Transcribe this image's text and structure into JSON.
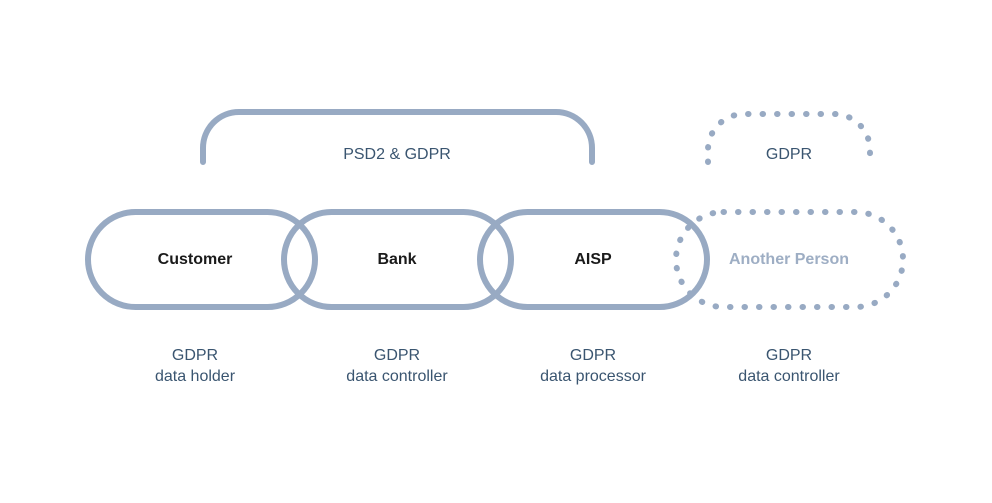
{
  "brackets": {
    "primary": {
      "label": "PSD2 & GDPR",
      "style": "solid"
    },
    "secondary": {
      "label": "GDPR",
      "style": "dotted"
    }
  },
  "nodes": [
    {
      "label": "Customer",
      "style": "solid",
      "role_line1": "GDPR",
      "role_line2": "data holder"
    },
    {
      "label": "Bank",
      "style": "solid",
      "role_line1": "GDPR",
      "role_line2": "data controller"
    },
    {
      "label": "AISP",
      "style": "solid",
      "role_line1": "GDPR",
      "role_line2": "data processor"
    },
    {
      "label": "Another Person",
      "style": "dotted",
      "role_line1": "GDPR",
      "role_line2": "data controller"
    }
  ],
  "colors": {
    "outline": "#98aac3",
    "faded_text": "#9eaec4",
    "role_text": "#3a5570",
    "node_text": "#1a1a1a"
  }
}
